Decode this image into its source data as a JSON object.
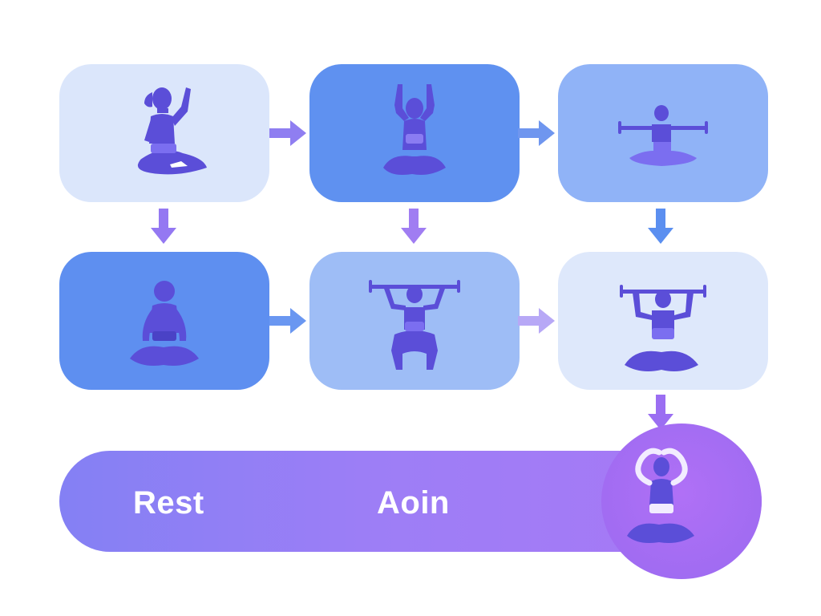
{
  "cards": [
    {
      "id": "c1",
      "figure": "seated-meditation-one-arm-raised-icon",
      "color": "#dbe6fb"
    },
    {
      "id": "c2",
      "figure": "seated-arms-overhead-icon",
      "color": "#5f91f0"
    },
    {
      "id": "c3",
      "figure": "seated-arm-bar-stretch-icon",
      "color": "#90b3f7"
    },
    {
      "id": "c4",
      "figure": "seated-meditation-icon",
      "color": "#5e8ff0"
    },
    {
      "id": "c5",
      "figure": "barbell-squat-icon",
      "color": "#9ebdf6"
    },
    {
      "id": "c6",
      "figure": "seated-overhead-press-icon",
      "color": "#dee8fb"
    }
  ],
  "arrows": [
    {
      "from": "c1",
      "to": "c2",
      "color": "#8f7ef1"
    },
    {
      "from": "c2",
      "to": "c3",
      "color": "#6f96ef"
    },
    {
      "from": "c1",
      "to": "c4",
      "color": "#9478f2"
    },
    {
      "from": "c2",
      "to": "c5",
      "color": "#a07df2"
    },
    {
      "from": "c3",
      "to": "c6",
      "color": "#5b8ff0"
    },
    {
      "from": "c4",
      "to": "c5",
      "color": "#6a97f1"
    },
    {
      "from": "c5",
      "to": "c6",
      "color": "#b7a8f6"
    },
    {
      "from": "c6",
      "to": "bar",
      "color": "#9b6ef2"
    }
  ],
  "bar": {
    "label_left": "Rest",
    "label_right": "Aoin",
    "figure": "seated-arms-overhead-meditation-icon"
  },
  "colors": {
    "figure_primary": "#5b4ed8",
    "figure_light": "#7b6ef0",
    "bar_accent": "#a070f4"
  }
}
